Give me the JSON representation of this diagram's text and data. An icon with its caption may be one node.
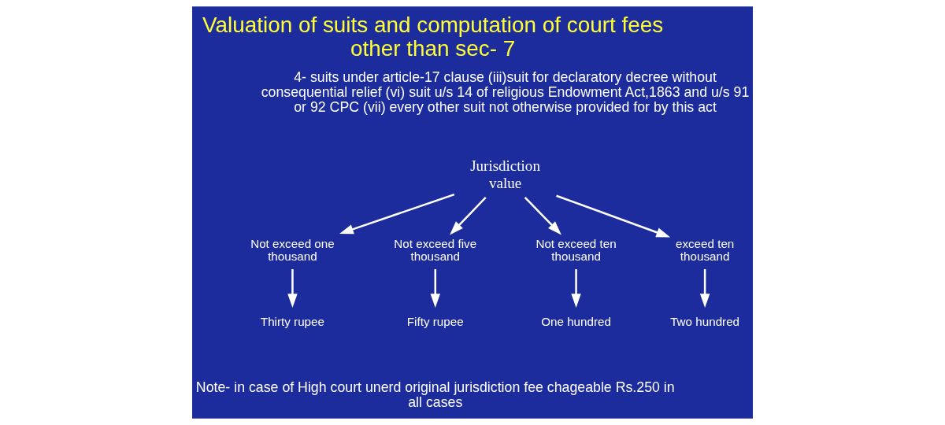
{
  "diagram": {
    "title": "Valuation of suits and computation of court fees other than sec- 7",
    "nodes": [
      {
        "text": [
          "Jurisdiction value"
        ]
      },
      {
        "text": [
          "Not exceed one thousand"
        ]
      },
      {
        "text": [
          "Not exceed five thousand"
        ]
      },
      {
        "text": [
          "Not exceed ten thousand"
        ]
      },
      {
        "text": [
          "exceed ten thousand"
        ]
      },
      {
        "text": [
          "Thirty rupee"
        ]
      },
      {
        "text": [
          "Fifty rupee"
        ]
      },
      {
        "text": [
          "One hundred"
        ]
      },
      {
        "text": [
          "Two hundred"
        ]
      }
    ],
    "edges": [
      {
        "from": 0,
        "to": 1,
        "arrow": "to"
      },
      {
        "from": 0,
        "to": 2,
        "arrow": "to"
      },
      {
        "from": 0,
        "to": 3,
        "arrow": "to"
      },
      {
        "from": 0,
        "to": 4,
        "arrow": "to"
      },
      {
        "from": 1,
        "to": 5,
        "arrow": "to"
      },
      {
        "from": 2,
        "to": 6,
        "arrow": "to"
      },
      {
        "from": 3,
        "to": 7,
        "arrow": "to"
      },
      {
        "from": 4,
        "to": 8,
        "arrow": "to"
      }
    ],
    "labels": [
      "4- suits under article-17 clause (iii)suit for declaratory decree without consequential relief (vi) suit u/s 14 of religious Endowment Act,1863 and u/s 91 or 92 CPC (vii) every other suit not otherwise provided for by this act",
      "Note- in case of High court unerd original jurisdiction fee chageable Rs.250 in all cases"
    ]
  }
}
